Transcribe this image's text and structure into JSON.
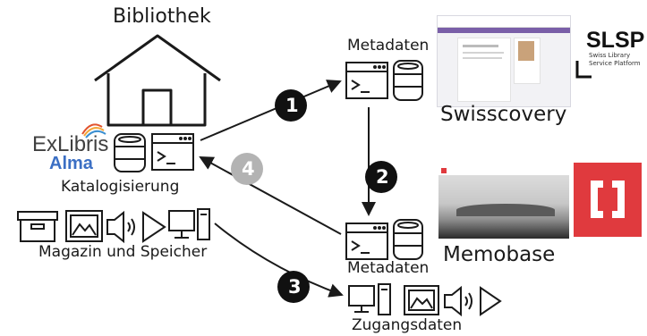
{
  "library": {
    "title": "Bibliothek"
  },
  "exlibris": {
    "brand_ex": "Ex",
    "brand_libris": "Libris",
    "product": "Alma"
  },
  "cataloguing": {
    "label": "Katalogisierung"
  },
  "storage": {
    "label": "Magazin und Speicher"
  },
  "top_target": {
    "label": "Metadaten",
    "platform": "Swisscovery"
  },
  "slsp": {
    "acronym": "SLSP",
    "line1": "Swiss Library",
    "line2": "Service Platform"
  },
  "bottom_target": {
    "metadata_label": "Metadaten",
    "platform": "Memobase",
    "access_label": "Zugangsdaten"
  },
  "steps": [
    "1",
    "2",
    "3",
    "4"
  ],
  "colors": {
    "step_dark": "#111111",
    "step_muted": "#b3b3b3",
    "memobase_red": "#e03a3e",
    "slsp_text": "#111111"
  },
  "icons": [
    "house-icon",
    "database-icon",
    "terminal-window-icon",
    "archive-box-icon",
    "image-icon",
    "speaker-icon",
    "play-icon",
    "computer-icon"
  ]
}
